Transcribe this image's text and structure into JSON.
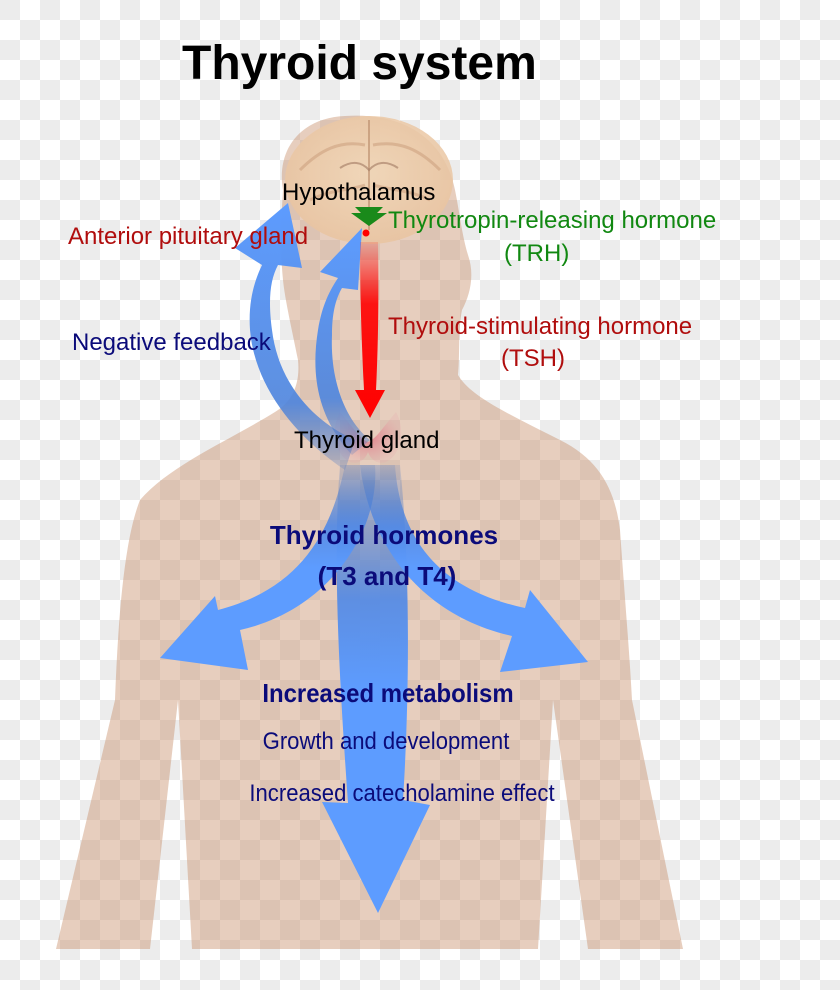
{
  "title": "Thyroid system",
  "labels": {
    "hypothalamus": "Hypothalamus",
    "anterior_pituitary": "Anterior pituitary gland",
    "trh_line1": "Thyrotropin-releasing hormone",
    "trh_line2": "(TRH)",
    "negative_feedback": "Negative feedback",
    "tsh_line1": "Thyroid-stimulating hormone",
    "tsh_line2": "(TSH)",
    "thyroid_gland": "Thyroid gland",
    "hormones_line1": "Thyroid hormones",
    "hormones_line2": "(T3 and T4)",
    "effect_1": "Increased metabolism",
    "effect_2": "Growth and development",
    "effect_3": "Increased catecholamine effect"
  },
  "icons": {
    "body": "human-silhouette",
    "brain": "brain-cross-section",
    "thyroid": "thyroid-gland",
    "trh_arrow": "green-down-arrow",
    "tsh_arrow": "red-down-arrow",
    "feedback_arrows": "blue-curved-arrows",
    "hormone_arrows": "blue-spreading-arrows"
  },
  "colors": {
    "skin": "#d9b39a",
    "hormone_arrow": "#5d9cff",
    "tsh_arrow": "#ff0000",
    "trh_arrow": "#1a8a1a",
    "label_red": "#b00d0d",
    "label_green": "#118811",
    "label_navy": "#0b0b7a"
  }
}
